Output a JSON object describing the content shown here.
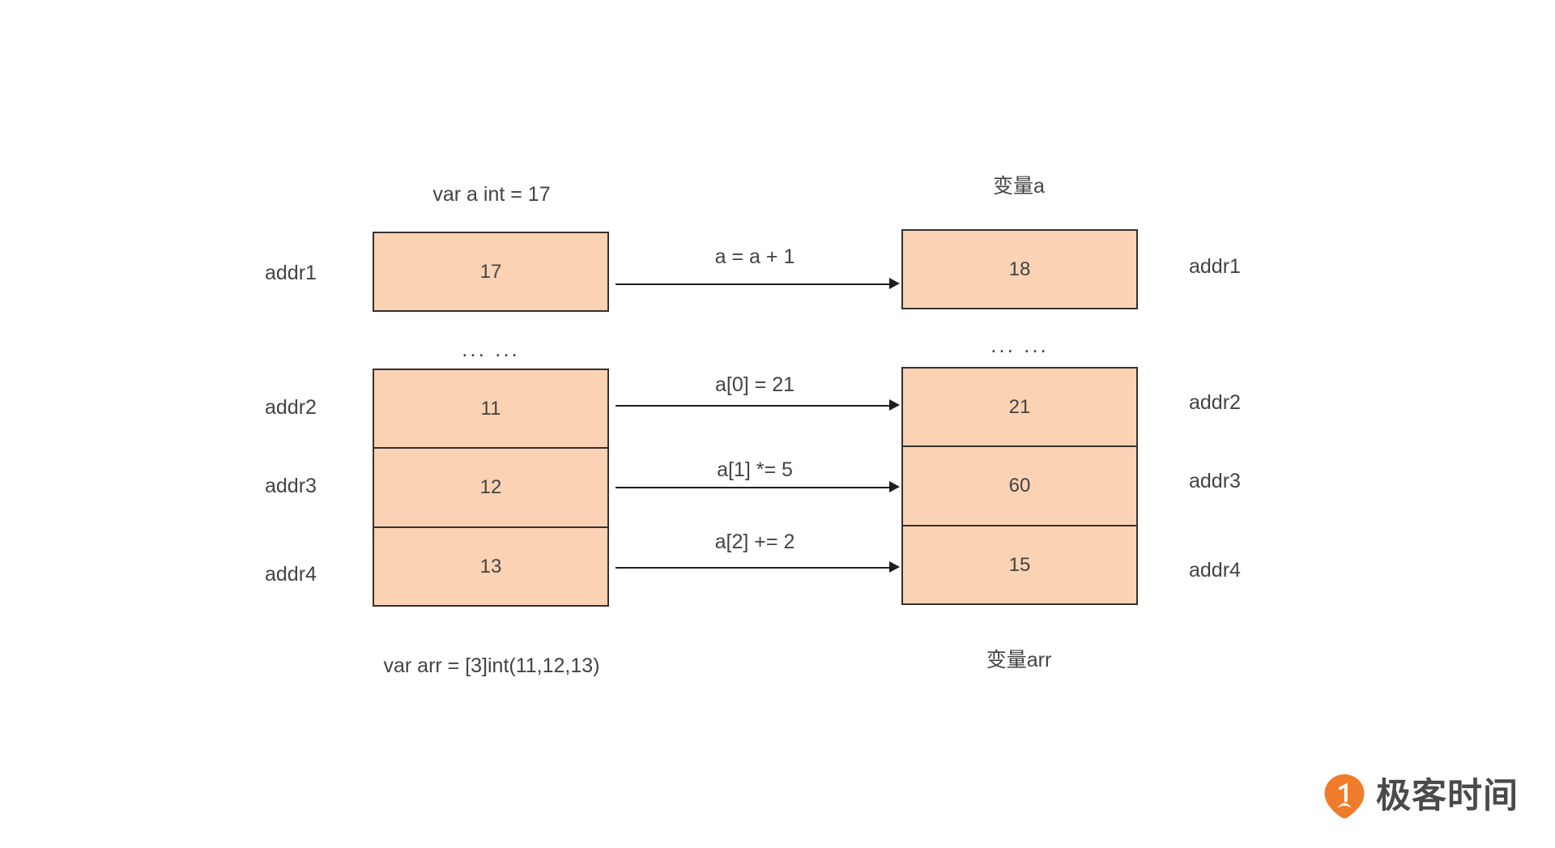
{
  "diagram": {
    "title_left_top": "var a int = 17",
    "title_right_top": "变量a",
    "caption_left_bottom": "var arr = [3]int(11,12,13)",
    "caption_right_bottom": "变量arr",
    "ellipsis": "...  ...",
    "colors": {
      "cell_fill": "#FBD2B4",
      "cell_border": "#33312F",
      "text": "#434343",
      "arrow": "#1E1E1E",
      "logo_orange": "#F07C2B",
      "logo_text": "#4A4A4A",
      "background": "#FFFFFF"
    },
    "left_addresses": [
      "addr1",
      "addr2",
      "addr3",
      "addr4"
    ],
    "right_addresses": [
      "addr1",
      "addr2",
      "addr3",
      "addr4"
    ],
    "left_cells": [
      {
        "address": "addr1",
        "value": "17"
      },
      {
        "address": "addr2",
        "value": "11"
      },
      {
        "address": "addr3",
        "value": "12"
      },
      {
        "address": "addr4",
        "value": "13"
      }
    ],
    "right_cells": [
      {
        "address": "addr1",
        "value": "18"
      },
      {
        "address": "addr2",
        "value": "21"
      },
      {
        "address": "addr3",
        "value": "60"
      },
      {
        "address": "addr4",
        "value": "15"
      }
    ],
    "operations": [
      {
        "label": "a = a + 1",
        "from": "17",
        "to": "18"
      },
      {
        "label": "a[0] = 21",
        "from": "11",
        "to": "21"
      },
      {
        "label": "a[1] *= 5",
        "from": "12",
        "to": "60"
      },
      {
        "label": "a[2] += 2",
        "from": "13",
        "to": "15"
      }
    ]
  },
  "logo": {
    "text": "极客时间",
    "mark_name": "geektime-pin-icon"
  }
}
